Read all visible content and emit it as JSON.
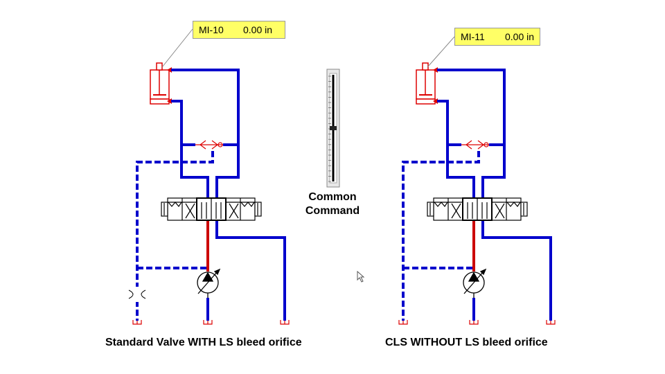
{
  "left_circuit": {
    "indicator_name": "MI-10",
    "indicator_value": "0.00 in",
    "caption": "Standard Valve WITH LS bleed orifice"
  },
  "right_circuit": {
    "indicator_name": "MI-11",
    "indicator_value": "0.00 in",
    "caption": "CLS WITHOUT LS bleed orifice"
  },
  "command": {
    "label_line1": "Common",
    "label_line2": "Command",
    "slider_level": 0.5
  },
  "colors": {
    "pressure_line": "#cc0000",
    "work_line": "#0000cc",
    "component_red": "#dd0000",
    "label_bg": "#ffff66"
  }
}
